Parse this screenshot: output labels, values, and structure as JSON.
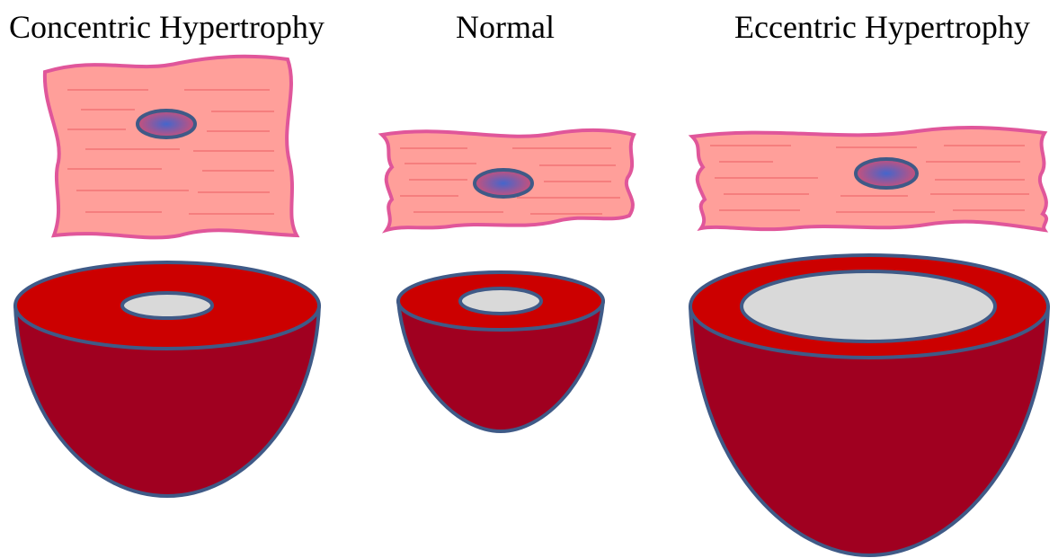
{
  "labels": {
    "concentric": "Concentric Hypertrophy",
    "normal": "Normal",
    "eccentric": "Eccentric Hypertrophy"
  },
  "colors": {
    "cell_fill": "#ff9f9a",
    "cell_outline": "#e0569a",
    "striation": "#f27474",
    "nucleus_center": "#4466cc",
    "nucleus_edge": "#c9507a",
    "nucleus_outline": "#3f5a87",
    "wall_top": "#cc0000",
    "wall_outer": "#a00020",
    "cavity": "#d9d9d9",
    "heart_outline": "#3f5a87"
  }
}
